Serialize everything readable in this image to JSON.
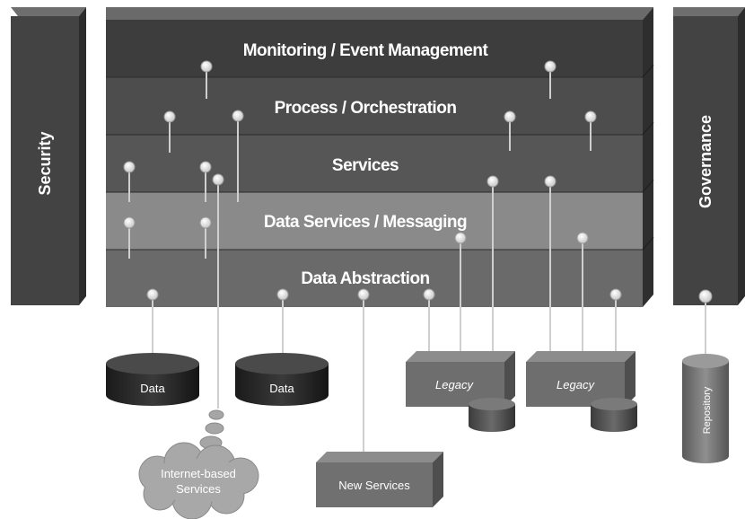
{
  "layers": [
    {
      "label": "Monitoring / Event Management"
    },
    {
      "label": "Process / Orchestration"
    },
    {
      "label": "Services"
    },
    {
      "label": "Data Services / Messaging"
    },
    {
      "label": "Data Abstraction"
    }
  ],
  "side_pillars": {
    "left": "Security",
    "right": "Governance"
  },
  "components": {
    "data_1": "Data",
    "data_2": "Data",
    "legacy_1": "Legacy",
    "legacy_2": "Legacy",
    "internet_services": [
      "Internet-based",
      "Services"
    ],
    "new_services": "New Services",
    "repository": "Repository"
  }
}
